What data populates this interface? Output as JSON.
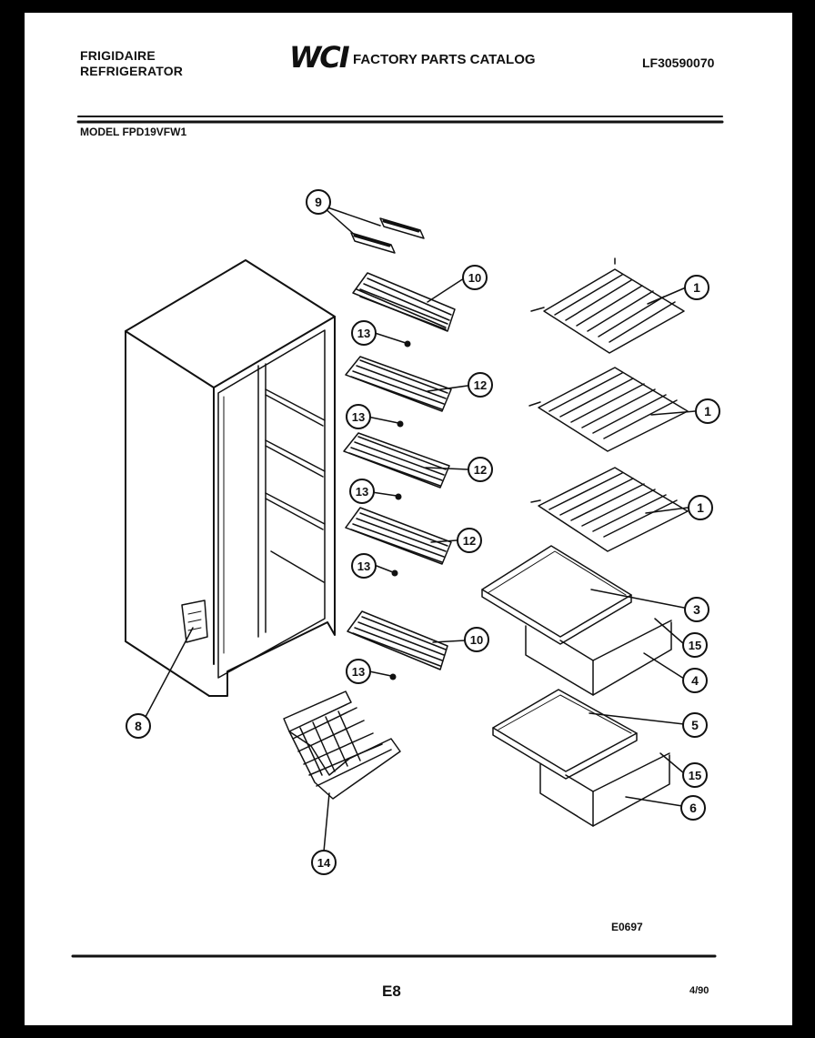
{
  "header": {
    "brand_line1": "FRIGIDAIRE",
    "brand_line2": "REFRIGERATOR",
    "logo_text": "WCI",
    "catalog_title": "FACTORY PARTS CATALOG",
    "catalog_number": "LF30590070",
    "model_label": "MODEL FPD19VFW1"
  },
  "diagram": {
    "callouts": [
      "1",
      "1",
      "1",
      "3",
      "4",
      "5",
      "6",
      "8",
      "9",
      "10",
      "10",
      "12",
      "12",
      "12",
      "13",
      "13",
      "13",
      "13",
      "13",
      "14",
      "15",
      "15"
    ]
  },
  "footer": {
    "drawing_code": "E0697",
    "page_number": "E8",
    "date": "4/90"
  }
}
